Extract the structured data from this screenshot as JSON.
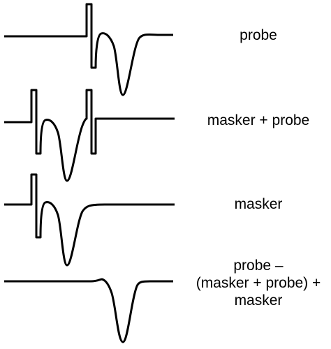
{
  "colors": {
    "trace": "#000000",
    "background": "#ffffff"
  },
  "rows": [
    {
      "id": "probe",
      "label_lines": [
        "probe"
      ]
    },
    {
      "id": "masker-plus-probe",
      "label_lines": [
        "masker + probe"
      ]
    },
    {
      "id": "masker",
      "label_lines": [
        "masker"
      ]
    },
    {
      "id": "derived",
      "label_lines": [
        "probe –",
        "(masker + probe) +",
        "masker"
      ]
    }
  ]
}
